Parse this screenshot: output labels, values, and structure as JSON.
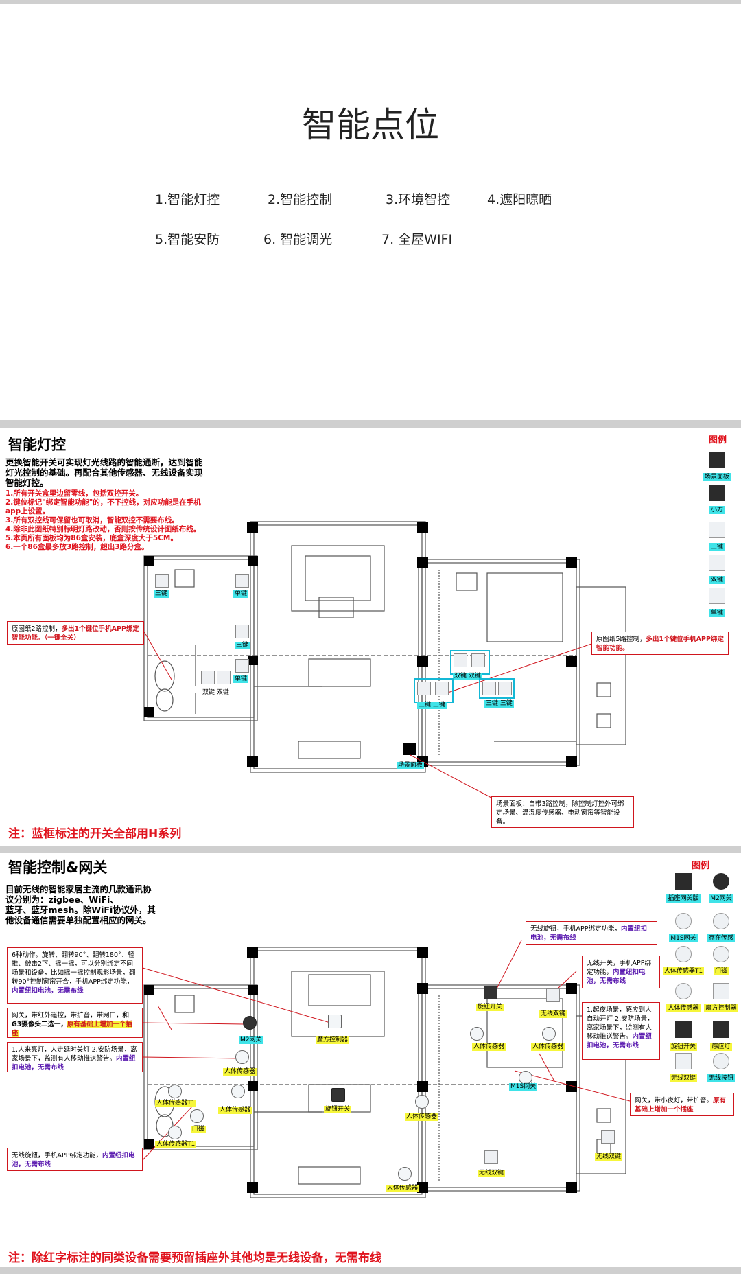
{
  "cover": {
    "title": "智能点位",
    "items": [
      "1.智能灯控",
      "2.智能控制",
      "3.环境智控",
      "4.遮阳晾晒",
      "5.智能安防",
      "6. 智能调光",
      "7. 全屋WIFI"
    ]
  },
  "slide1": {
    "heading": "智能灯控",
    "intro": [
      "更换智能开关可实现灯光线路的智能通断，达到智能",
      "灯光控制的基础。再配合其他传感器、无线设备实现",
      "智能灯控。"
    ],
    "rules": [
      "1.所有开关盒里边留零线，包括双控开关。",
      "2.键位标记\"绑定智能功能\"的，不下控线，对应功能是在手机",
      "app上设置。",
      "3.所有双控线可保留也可取消，智能双控不需要布线。",
      "4.除非此图纸特别标明灯路改动，否则按传统设计图纸布线。",
      "5.本页所有面板均为86盒安装，底盒深度大于5CM。",
      "6.一个86盒最多放3路控制，超出3路分盒。"
    ],
    "legend_title": "图例",
    "legend": [
      "场景面板",
      "小方",
      "三键",
      "双键",
      "单键"
    ],
    "note_left": {
      "normal": "原图纸2路控制，",
      "red": "多出1个键位手机APP绑定智能功能。（一键全关）"
    },
    "note_right": {
      "normal": "原图纸5路控制，",
      "red": "多出1个键位手机APP绑定智能功能。"
    },
    "note_scene": "场景面板：自带3路控制，除控制灯控外可绑定场景、温湿度传感器、电动窗帘等智能设备。",
    "tags": {
      "three_key": "三键",
      "single_key": "单键",
      "double_key": "双键",
      "scene_panel": "场景面板"
    },
    "footnote": "注：蓝框标注的开关全部用H系列"
  },
  "slide2": {
    "heading": "智能控制&网关",
    "intro": [
      "目前无线的智能家居主流的几款通讯协",
      "议分别为：zigbee、WiFi、",
      "蓝牙、蓝牙mesh。除WiFi协议外，其",
      "他设备通信需要单独配置相应的网关。"
    ],
    "legend_title": "图例",
    "legend": [
      "插座网关版",
      "M2网关",
      "M1S网关",
      "存在传感",
      "人体传感器T1",
      "门磁",
      "人体传感器",
      "魔方控制器",
      "旋钮开关",
      "感应灯",
      "无线双键",
      "无线按钮"
    ],
    "notes": {
      "six_actions": {
        "normal": "6种动作。旋转、翻转90°、翻转180°、轻推、敲击2下、摇一摇，可以分别绑定不同场景和设备，比如摇一摇控制观影场景，翻转90°控制窗帘开合，手机APP绑定功能，",
        "purple": "内置纽扣电池，无需布线"
      },
      "gateway": {
        "normal": "网关，带红外遥控，带扩音，带网口，",
        "bold": "和G3摄像头二选一，",
        "red": "原有基础上增加一个插座"
      },
      "motion_left": {
        "normal": "1.人来亮灯，人走延时关灯 2.安防场景，离家场景下，监测有人移动推送警告。",
        "purple": "内置纽扣电池，无需布线"
      },
      "knob_bottom": {
        "normal": "无线旋钮，手机APP绑定功能，",
        "purple": "内置纽扣电池，无需布线"
      },
      "knob_top": {
        "normal": "无线旋钮，手机APP绑定功能，",
        "purple": "内置纽扣电池，无需布线"
      },
      "wireless_switch": {
        "normal": "无线开关，手机APP绑定功能，",
        "purple": "内置纽扣电池，无需布线"
      },
      "motion_right": {
        "normal": "1.起夜场景，感应到人自动开灯 2.安防场景，离家场景下，监测有人移动推送警告。",
        "purple": "内置纽扣电池，无需布线"
      },
      "night_light": {
        "normal": "网关，带小夜灯，带扩音。",
        "red": "原有基础上增加一个插座"
      }
    },
    "tags": {
      "cube": "魔方控制器",
      "m2": "M2网关",
      "body": "人体传感器",
      "knob": "旋钮开关",
      "body_t1": "人体传感器T1",
      "body_t1b": "人体传感器T1",
      "door": "门磁",
      "m1s": "M1S网关",
      "wl_double": "无线双键",
      "wl_double2": "无线双键",
      "wl_double3": "无线双键",
      "knob2": "旋钮开关"
    },
    "footnote": "注：除红字标注的同类设备需要预留插座外其他均是无线设备，无需布线"
  },
  "colors": {
    "accent_red": "#e0141e",
    "cyan": "#3fe3e8",
    "yellow": "#f6f63a",
    "purple": "#5b1bb0",
    "blue_frame": "#14b8d6"
  }
}
